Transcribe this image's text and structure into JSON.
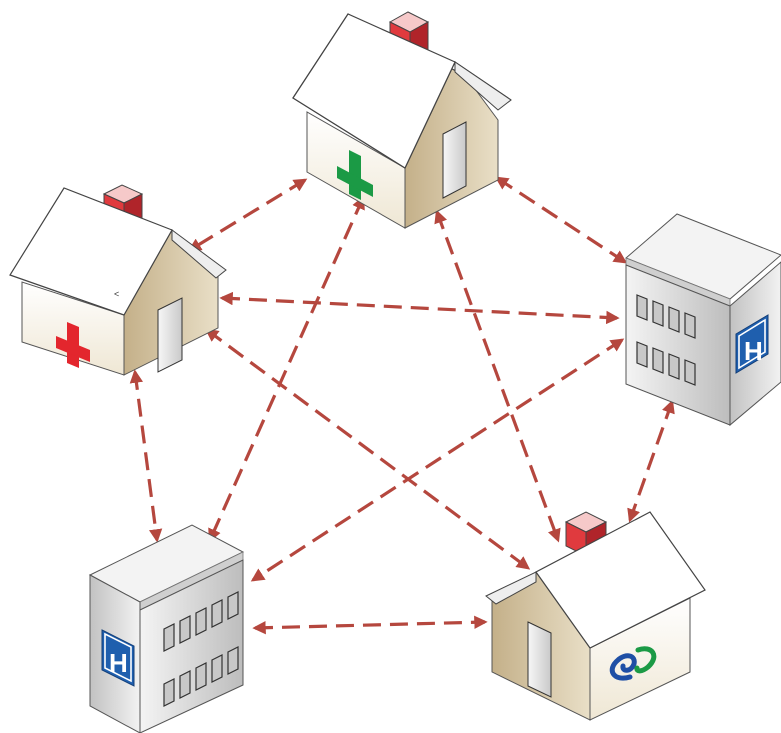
{
  "colors": {
    "background": "#ffffff",
    "link": "#b5473e",
    "roof": "#ffffff",
    "roof_edge": "#4a4a4a",
    "house_wall_light": "#f3ecdc",
    "house_wall_dark": "#c9b68e",
    "chimney": "#e03a3e",
    "building_wall": "#d9d9d9",
    "hospital_sign": "#1f5fae",
    "red_cross": "#e3262d",
    "green_cross": "#1b9a45"
  },
  "nodes": [
    {
      "id": "clinic-green-cross",
      "kind": "house",
      "icon": "green-cross-icon"
    },
    {
      "id": "clinic-red-cross",
      "kind": "house",
      "icon": "red-cross-icon"
    },
    {
      "id": "hospital-right",
      "kind": "hospital-building",
      "icon": "hospital-h-sign-icon",
      "sign_text": "H"
    },
    {
      "id": "hospital-left",
      "kind": "hospital-building",
      "icon": "hospital-h-sign-icon",
      "sign_text": "H"
    },
    {
      "id": "clinic-swirl-logo",
      "kind": "house",
      "icon": "swirl-logo-icon"
    }
  ],
  "stray_mark": "<",
  "links": [
    {
      "from": "clinic-green-cross",
      "to": "clinic-red-cross",
      "bidirectional": true
    },
    {
      "from": "clinic-green-cross",
      "to": "hospital-right",
      "bidirectional": true
    },
    {
      "from": "clinic-red-cross",
      "to": "hospital-right",
      "bidirectional": true
    },
    {
      "from": "clinic-green-cross",
      "to": "hospital-left",
      "bidirectional": true
    },
    {
      "from": "clinic-green-cross",
      "to": "clinic-swirl-logo",
      "bidirectional": true
    },
    {
      "from": "clinic-red-cross",
      "to": "hospital-left",
      "bidirectional": true
    },
    {
      "from": "clinic-red-cross",
      "to": "clinic-swirl-logo",
      "bidirectional": true
    },
    {
      "from": "hospital-right",
      "to": "hospital-left",
      "bidirectional": true
    },
    {
      "from": "hospital-right",
      "to": "clinic-swirl-logo",
      "bidirectional": true
    },
    {
      "from": "hospital-left",
      "to": "clinic-swirl-logo",
      "bidirectional": true
    }
  ]
}
